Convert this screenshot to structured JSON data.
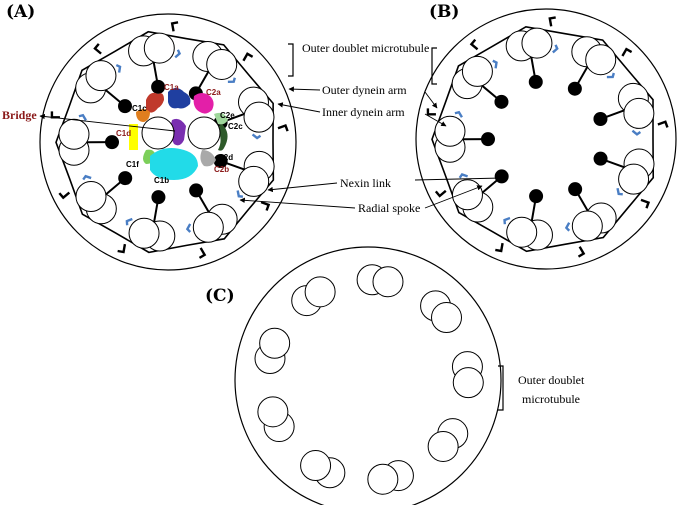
{
  "panels": {
    "a": "(A)",
    "b": "(B)",
    "c": "(C)"
  },
  "labels": {
    "outer_doublet_microtubule": "Outer doublet microtubule",
    "outer_dynein_arm": "Outer dynein arm",
    "inner_dynein_arm": "Inner dynein arm",
    "nexin_link": "Nexin link",
    "radial_spoke": "Radial spoke",
    "bridge": "Bridge",
    "outer_doublet_line1": "Outer doublet",
    "outer_doublet_line2": "microtubule"
  },
  "central_apparatus": {
    "c1a": "C1a",
    "c1b": "C1b",
    "c1c": "C1c",
    "c1d": "C1d",
    "c1f": "C1f",
    "c2a": "C2a",
    "c2b": "C2b",
    "c2c": "C2c",
    "c2d": "C2d",
    "c2e": "C2e"
  },
  "colors": {
    "outline": "#000000",
    "dynein_arm_blue": "#4a7ec4",
    "bridge_red": "#8b1a1a",
    "c1a": "#1f3fa0",
    "c1b": "#22dbe8",
    "c1c": "#e07e1e",
    "c1d": "#ffff00",
    "c1f": "#7ccf5a",
    "c2a": "#e31fa8",
    "c2b": "#a9a9a9",
    "c2c": "#2e5a2a",
    "c2e": "#9fd69b",
    "mid": "#7a2fb0",
    "c1a_red": "#c0392b"
  }
}
